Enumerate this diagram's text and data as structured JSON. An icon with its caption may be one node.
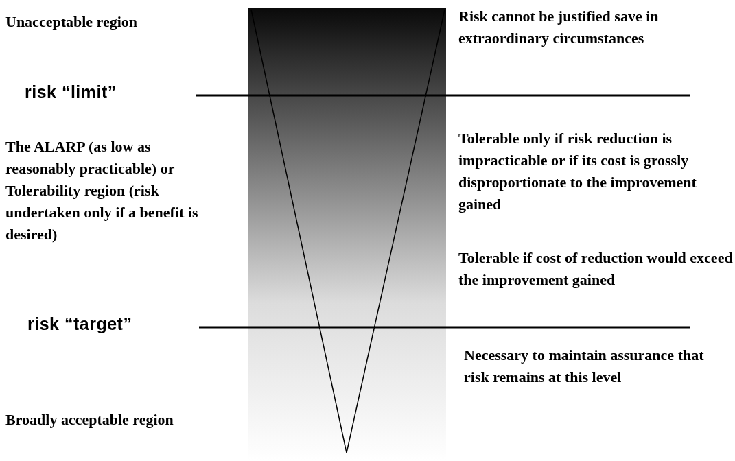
{
  "diagram": {
    "labels": [
      "Unacceptable region",
      "Risk cannot be justified save in extraordinary circumstances",
      "risk “limit”",
      "The ALARP (as low as reasonably practicable) or Tolerability region (risk undertaken only if a benefit is desired)",
      "Tolerable only if risk reduction is impracticable or if its cost is grossly disproportionate to the improvement gained",
      "Tolerable if cost of reduction would exceed the improvement gained",
      "risk “target”",
      "Necessary to maintain assurance that risk remains at this level",
      "Broadly acceptable region"
    ]
  }
}
